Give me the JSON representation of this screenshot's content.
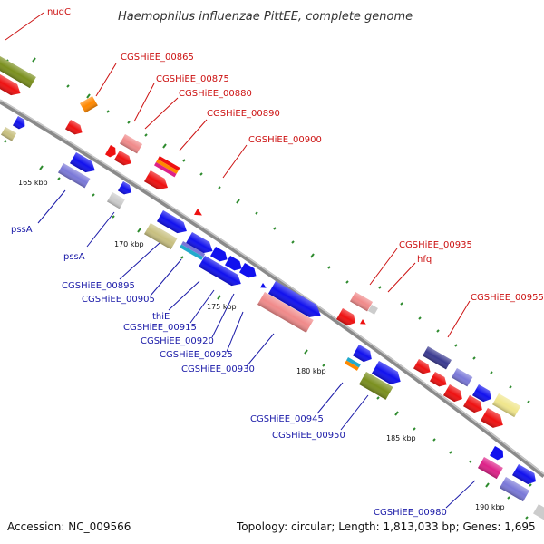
{
  "title": "Haemophilus influenzae PittEE, complete genome",
  "footer": {
    "accession": "Accession: NC_009566",
    "topology": "Topology: circular; Length: 1,813,033 bp; Genes: 1,695"
  },
  "tick_labels": [
    "165 kbp",
    "170 kbp",
    "175 kbp",
    "180 kbp",
    "185 kbp",
    "190 kbp"
  ],
  "gene_labels_red": [
    "nudC",
    "CGSHiEE_00865",
    "CGSHiEE_00875",
    "CGSHiEE_00880",
    "CGSHiEE_00890",
    "CGSHiEE_00900",
    "CGSHiEE_00935",
    "hfq",
    "CGSHiEE_00955"
  ],
  "gene_labels_blue": [
    "pssA",
    "pssA",
    "CGSHiEE_00895",
    "CGSHiEE_00905",
    "thiE",
    "CGSHiEE_00915",
    "CGSHiEE_00920",
    "CGSHiEE_00925",
    "CGSHiEE_00930",
    "CGSHiEE_00945",
    "CGSHiEE_00950",
    "CGSHiEE_00980"
  ],
  "colors": {
    "backbone": "#8a8a8a",
    "forward_gene": "#ee1111",
    "reverse_gene": "#1111ee",
    "red_label": "#cc1111",
    "blue_label": "#1a1aa8",
    "tick": "#2e8b2e"
  }
}
